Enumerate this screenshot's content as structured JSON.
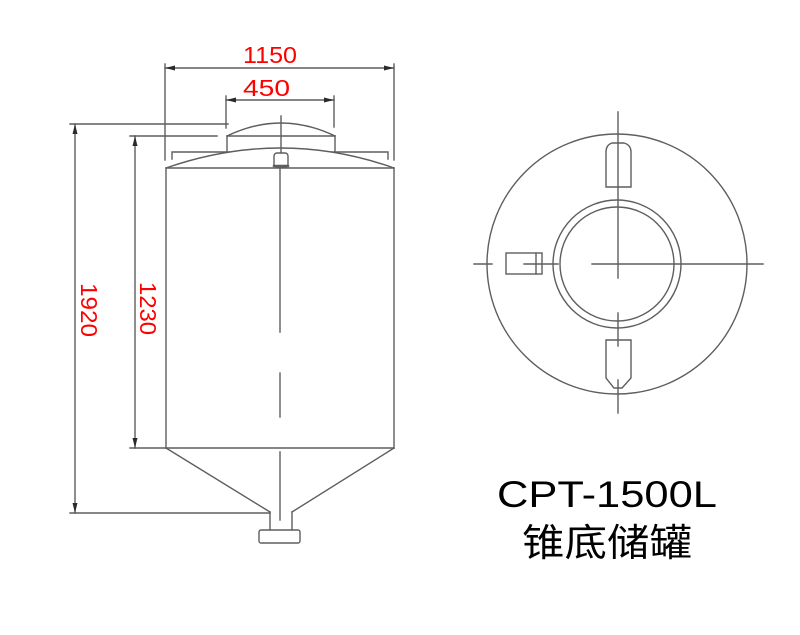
{
  "drawing": {
    "front_view": {
      "dimensions": {
        "overall_diameter": "1150",
        "lid_diameter": "450",
        "overall_height": "1920",
        "body_height": "1230"
      }
    },
    "top_view": {
      "features": [
        "outer-rim-circle",
        "manhole-ring",
        "top-slot",
        "bottom-slot",
        "side-fitting"
      ]
    },
    "labels": {
      "model": "CPT-1500L",
      "name": "锥底储罐"
    },
    "colors": {
      "dimension_text": "#ff0000",
      "line": "#5e5e5e",
      "title_text": "#000000",
      "background": "#ffffff"
    }
  }
}
